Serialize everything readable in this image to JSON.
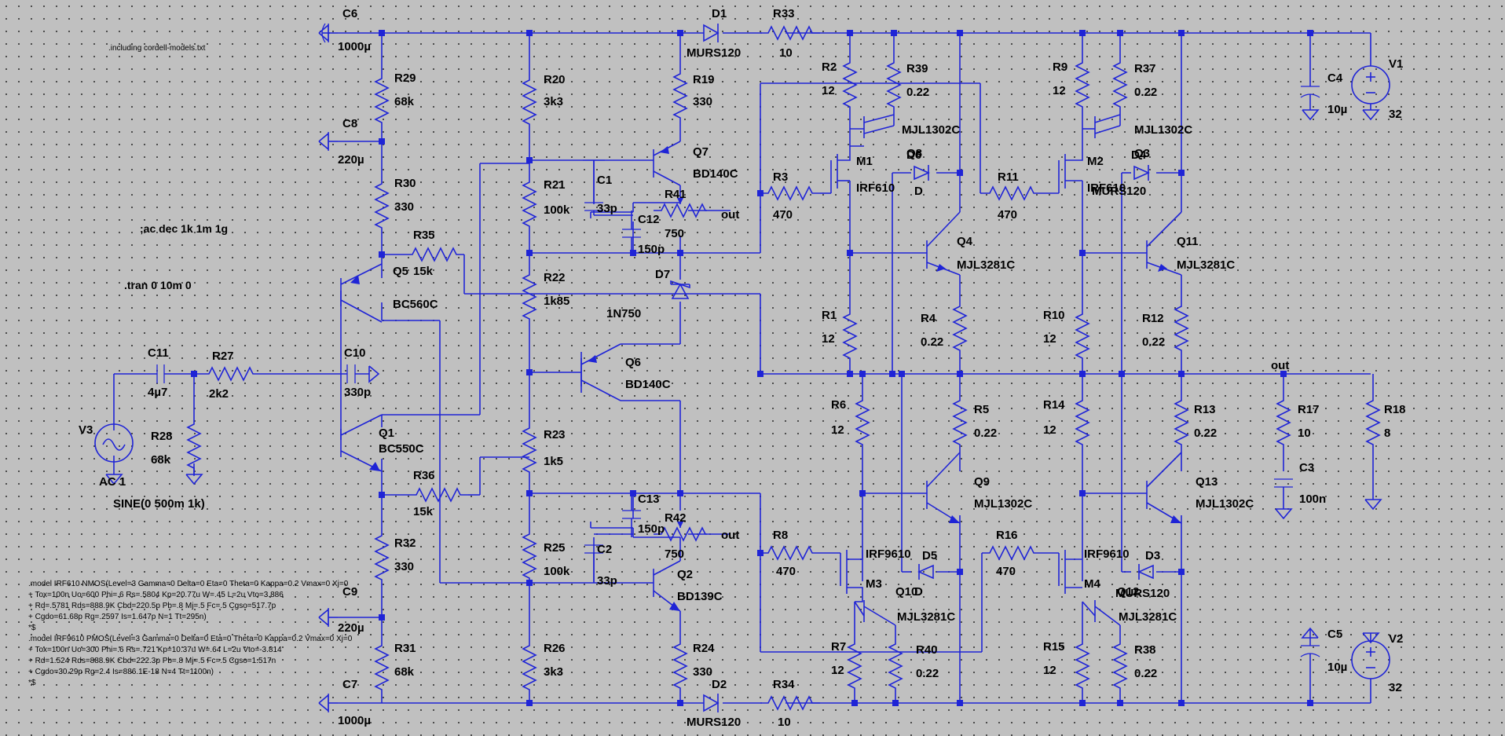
{
  "title": "",
  "colors": {
    "background": "#c0c0c0",
    "wire": "#1f24d6",
    "grid_dot": "#3a3a3a",
    "text": "#000000"
  },
  "directives": {
    "include": ".including cordell-models.txt",
    "ac": ";ac dec 1k 1m 1g",
    "tran": ".tran 0 10m 0"
  },
  "models": [
    ".model IRF610 NMOS(Level=3 Gamma=0 Delta=0 Eta=0 Theta=0 Kappa=0.2 Vmax=0 Xj=0",
    "+ Tox=100n Uo=600 Phi=.6 Rs=.5804 Kp=20.77u W=.45 L=2u Vto=3.886",
    "+ Rd=.5781 Rds=888.9K Cbd=220.5p Pb=.8 Mj=.5 Fc=.5 Cgso=517.7p",
    "+ Cgdo=61.68p Rg=.2597 Is=1.647p N=1 Tt=295n)",
    "*$",
    ".model IRF9610 PMOS(Level=3 Gamma=0 Delta=0 Eta=0 Theta=0 Kappa=0.2 Vmax=0 Xj=0",
    "+ Tox=100n Uo=300 Phi=.6 Rs=.721 Kp=10.37u W=.64 L=2u Vto=-3.814",
    "+ Rd=1.524 Rds=888.9K Cbd=222.3p Pb=.8 Mj=.5 Fc=.5 Cgso=1.517n",
    "+ Cgdo=30.29p Rg=2.4 Is=886.1E-18 N=4 Tt=1100n)",
    "*$"
  ],
  "sources": {
    "V1": {
      "name": "V1",
      "value": "32"
    },
    "V2": {
      "name": "V2",
      "value": "32"
    },
    "V3": {
      "name": "V3",
      "ac": "AC 1",
      "tran": "SINE(0 500m 1k)"
    }
  },
  "components": [
    {
      "id": "C6",
      "value": "1000µ"
    },
    {
      "id": "C8",
      "value": "220µ"
    },
    {
      "id": "C9",
      "value": "220µ"
    },
    {
      "id": "C7",
      "value": "1000µ"
    },
    {
      "id": "C11",
      "value": "4µ7"
    },
    {
      "id": "C10",
      "value": "330p"
    },
    {
      "id": "C1",
      "value": "33p"
    },
    {
      "id": "C12",
      "value": "150p"
    },
    {
      "id": "C13",
      "value": "150p"
    },
    {
      "id": "C2",
      "value": "33p"
    },
    {
      "id": "C4",
      "value": "10µ"
    },
    {
      "id": "C5",
      "value": "10µ"
    },
    {
      "id": "C3",
      "value": "100n"
    },
    {
      "id": "R29",
      "value": "68k"
    },
    {
      "id": "R30",
      "value": "330"
    },
    {
      "id": "R35",
      "value": "15k"
    },
    {
      "id": "R27",
      "value": "2k2"
    },
    {
      "id": "R28",
      "value": "68k"
    },
    {
      "id": "R36",
      "value": "15k"
    },
    {
      "id": "R32",
      "value": "330"
    },
    {
      "id": "R31",
      "value": "68k"
    },
    {
      "id": "R20",
      "value": "3k3"
    },
    {
      "id": "R21",
      "value": "100k"
    },
    {
      "id": "R22",
      "value": "1k85"
    },
    {
      "id": "R23",
      "value": "1k5"
    },
    {
      "id": "R25",
      "value": "100k"
    },
    {
      "id": "R26",
      "value": "3k3"
    },
    {
      "id": "R19",
      "value": "330"
    },
    {
      "id": "R41",
      "value": "750"
    },
    {
      "id": "R42",
      "value": "750"
    },
    {
      "id": "R24",
      "value": "330"
    },
    {
      "id": "R33",
      "value": "10"
    },
    {
      "id": "R34",
      "value": "10"
    },
    {
      "id": "R2",
      "value": "12"
    },
    {
      "id": "R39",
      "value": "0.22"
    },
    {
      "id": "R3",
      "value": "470"
    },
    {
      "id": "R1",
      "value": "12"
    },
    {
      "id": "R4",
      "value": "0.22"
    },
    {
      "id": "R6",
      "value": "12"
    },
    {
      "id": "R5",
      "value": "0.22"
    },
    {
      "id": "R8",
      "value": "470"
    },
    {
      "id": "R7",
      "value": "12"
    },
    {
      "id": "R40",
      "value": "0.22"
    },
    {
      "id": "R9",
      "value": "12"
    },
    {
      "id": "R37",
      "value": "0.22"
    },
    {
      "id": "R11",
      "value": "470"
    },
    {
      "id": "R10",
      "value": "12"
    },
    {
      "id": "R12",
      "value": "0.22"
    },
    {
      "id": "R14",
      "value": "12"
    },
    {
      "id": "R13",
      "value": "0.22"
    },
    {
      "id": "R16",
      "value": "470"
    },
    {
      "id": "R15",
      "value": "12"
    },
    {
      "id": "R38",
      "value": "0.22"
    },
    {
      "id": "R17",
      "value": "10"
    },
    {
      "id": "R18",
      "value": "8"
    },
    {
      "id": "D1",
      "value": "MURS120"
    },
    {
      "id": "D2",
      "value": "MURS120"
    },
    {
      "id": "D7",
      "value": "1N750"
    },
    {
      "id": "D6",
      "value": "D"
    },
    {
      "id": "D4",
      "value": "MURS120"
    },
    {
      "id": "D5",
      "value": "D"
    },
    {
      "id": "D3",
      "value": "MURS120"
    },
    {
      "id": "Q5",
      "value": "BC560C"
    },
    {
      "id": "Q1",
      "value": "BC550C"
    },
    {
      "id": "Q7",
      "value": "BD140C"
    },
    {
      "id": "Q6",
      "value": "BD140C"
    },
    {
      "id": "Q2",
      "value": "BD139C"
    },
    {
      "id": "Q8",
      "value": "MJL1302C"
    },
    {
      "id": "Q4",
      "value": "MJL3281C"
    },
    {
      "id": "Q9",
      "value": "MJL1302C"
    },
    {
      "id": "Q10",
      "value": "MJL3281C"
    },
    {
      "id": "Q3",
      "value": "MJL1302C"
    },
    {
      "id": "Q11",
      "value": "MJL3281C"
    },
    {
      "id": "Q13",
      "value": "MJL1302C"
    },
    {
      "id": "Q12",
      "value": "MJL3281C"
    },
    {
      "id": "M1",
      "value": "IRF610"
    },
    {
      "id": "M2",
      "value": "IRF610"
    },
    {
      "id": "M3",
      "value": "IRF9610"
    },
    {
      "id": "M4",
      "value": "IRF9610"
    }
  ],
  "net_labels": [
    "out",
    "out",
    "out"
  ],
  "overlap_labels": [
    "Q8",
    "Q3",
    "Q10",
    "Q12",
    "M2"
  ]
}
